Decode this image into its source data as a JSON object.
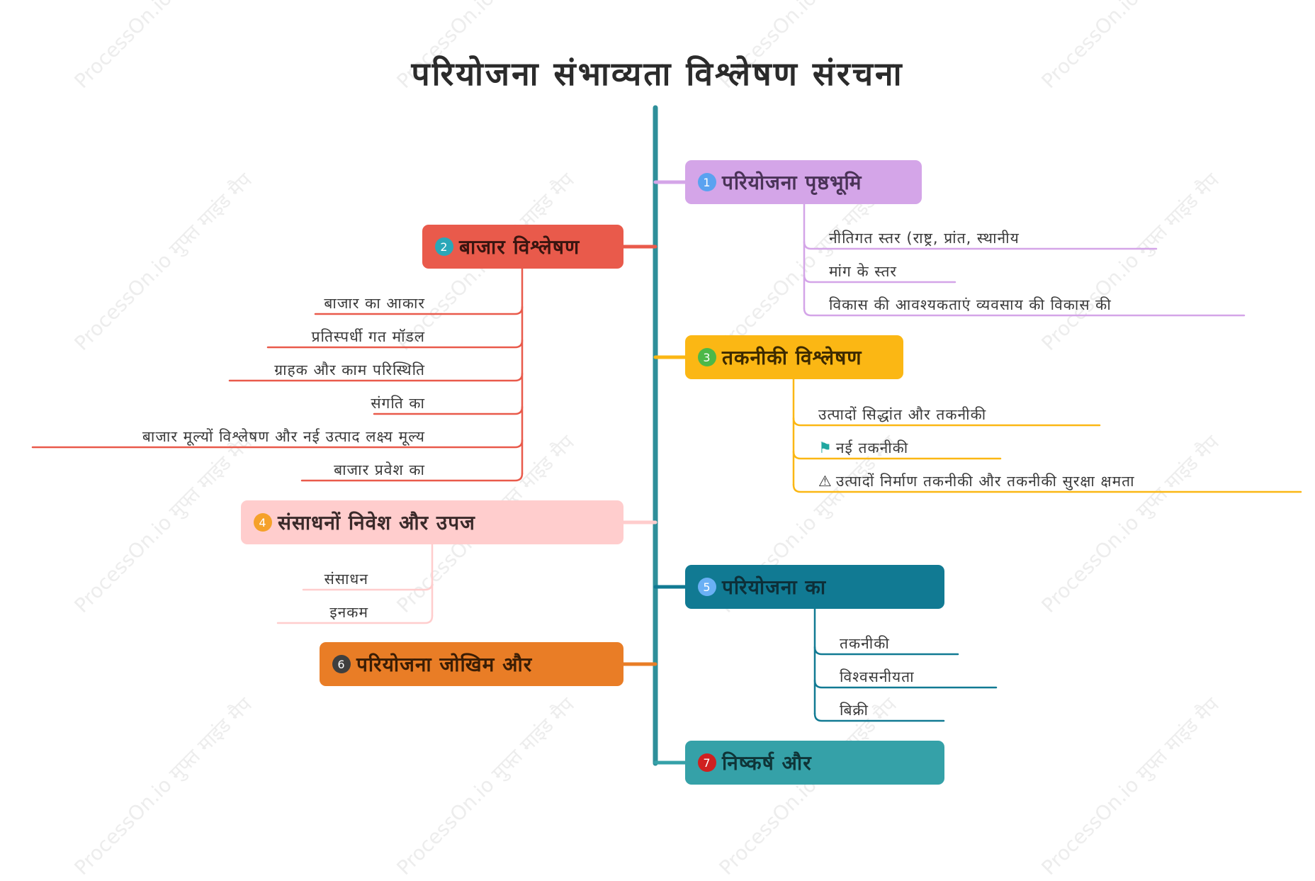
{
  "title": "परियोजना संभाव्यता विश्लेषण संरचना",
  "watermark": "ProcessOn.io मुफ्त माइंड मैप",
  "colors": {
    "spine": "#2e8f9a",
    "purple": "#d4a5e8",
    "red": "#e95a4b",
    "yellow": "#fbb714",
    "pink": "#ffcdcd",
    "darkteal": "#117a93",
    "orange": "#e97d26",
    "teal": "#35a1a8"
  },
  "branches": [
    {
      "id": "b1",
      "number": "1",
      "label": "परियोजना पृष्ठभूमि",
      "color": "#d4a5e8",
      "side": "right",
      "leaves": [
        {
          "text": "नीतिगत स्तर (राष्ट्र, प्रांत, स्थानीय"
        },
        {
          "text": "मांग के स्तर"
        },
        {
          "text": "विकास की आवश्यकताएं व्यवसाय की विकास की"
        }
      ]
    },
    {
      "id": "b2",
      "number": "2",
      "label": "बाजार विश्लेषण",
      "color": "#e95a4b",
      "side": "left",
      "leaves": [
        {
          "text": "बाजार का आकार"
        },
        {
          "text": "प्रतिस्पर्धी गत मॉडल"
        },
        {
          "text": "ग्राहक और काम परिस्थिति"
        },
        {
          "text": "संगति का"
        },
        {
          "text": "बाजार मूल्यों विश्लेषण और नई उत्पाद लक्ष्य मूल्य"
        },
        {
          "text": "बाजार प्रवेश का"
        }
      ]
    },
    {
      "id": "b3",
      "number": "3",
      "label": "तकनीकी विश्लेषण",
      "color": "#fbb714",
      "side": "right",
      "leaves": [
        {
          "text": "उत्पादों सिद्धांत और तकनीकी"
        },
        {
          "text": "नई तकनीकी",
          "icon": "flag-icon"
        },
        {
          "text": "उत्पादों निर्माण तकनीकी और तकनीकी सुरक्षा क्षमता",
          "icon": "warning-icon"
        }
      ]
    },
    {
      "id": "b4",
      "number": "4",
      "label": "संसाधनों निवेश और उपज",
      "color": "#ffcdcd",
      "side": "left",
      "leaves": [
        {
          "text": "संसाधन"
        },
        {
          "text": "इनकम"
        }
      ]
    },
    {
      "id": "b5",
      "number": "5",
      "label": "परियोजना का",
      "color": "#117a93",
      "side": "right",
      "leaves": [
        {
          "text": "तकनीकी"
        },
        {
          "text": "विश्वसनीयता"
        },
        {
          "text": "बिक्री"
        }
      ]
    },
    {
      "id": "b6",
      "number": "6",
      "label": "परियोजना जोखिम और",
      "color": "#e97d26",
      "side": "left",
      "leaves": []
    },
    {
      "id": "b7",
      "number": "7",
      "label": "निष्कर्ष और",
      "color": "#35a1a8",
      "side": "right",
      "leaves": []
    }
  ]
}
